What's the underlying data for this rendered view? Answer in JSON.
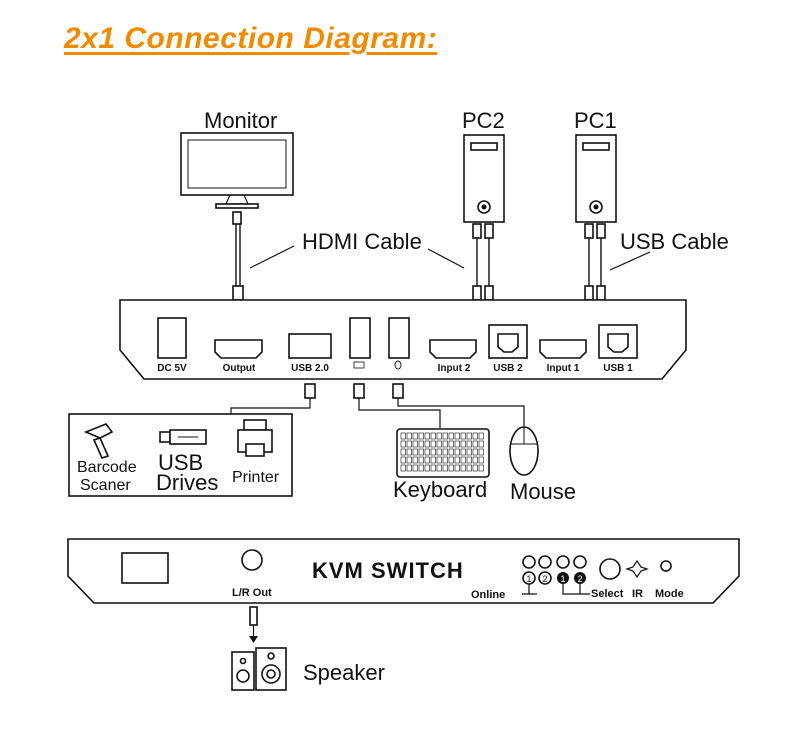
{
  "title": "2x1 Connection Diagram:",
  "devices": {
    "monitor": "Monitor",
    "pc2": "PC2",
    "pc1": "PC1",
    "hdmi_cable": "HDMI Cable",
    "usb_cable": "USB Cable",
    "barcode": [
      "Barcode",
      "Scaner"
    ],
    "usb_drives": [
      "USB",
      "Drives"
    ],
    "printer": "Printer",
    "keyboard": "Keyboard",
    "mouse": "Mouse",
    "speaker": "Speaker"
  },
  "rear_panel": {
    "ports": [
      "DC 5V",
      "Output",
      "USB 2.0",
      "Input 2",
      "USB 2",
      "Input 1",
      "USB 1"
    ]
  },
  "front_panel": {
    "brand": "KVM SWITCH",
    "lr_out": "L/R Out",
    "online": "Online",
    "online_nums": [
      "1",
      "2"
    ],
    "select": "Select",
    "select_nums": [
      "1",
      "2"
    ],
    "ir": "IR",
    "mode": "Mode"
  }
}
